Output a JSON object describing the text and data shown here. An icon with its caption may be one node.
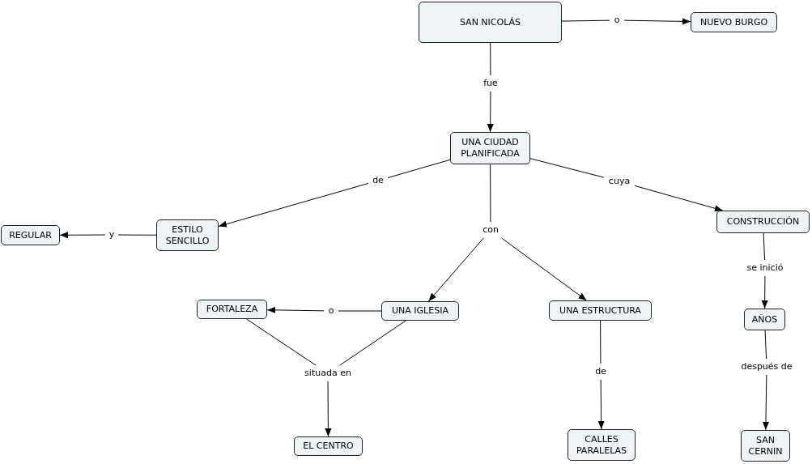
{
  "diagram": {
    "nodes": [
      {
        "text": [
          "SAN NICOLÁS"
        ]
      },
      {
        "text": [
          "o"
        ]
      },
      {
        "text": [
          "NUEVO BURGO"
        ]
      },
      {
        "text": [
          "fue"
        ]
      },
      {
        "text": [
          "UNA CIUDAD PLANIFICADA"
        ]
      },
      {
        "text": [
          "de"
        ]
      },
      {
        "text": [
          "cuya"
        ]
      },
      {
        "text": [
          "REGULAR"
        ]
      },
      {
        "text": [
          "y"
        ]
      },
      {
        "text": [
          "ESTILO SENCILLO"
        ]
      },
      {
        "text": [
          "con"
        ]
      },
      {
        "text": [
          "CONSTRUCCIÓN"
        ]
      },
      {
        "text": [
          "se inició"
        ]
      },
      {
        "text": [
          "FORTALEZA"
        ]
      },
      {
        "text": [
          "o"
        ]
      },
      {
        "text": [
          "UNA IGLESIA"
        ]
      },
      {
        "text": [
          "UNA ESTRUCTURA"
        ]
      },
      {
        "text": [
          "AÑOS"
        ]
      },
      {
        "text": [
          "situada en"
        ]
      },
      {
        "text": [
          "de"
        ]
      },
      {
        "text": [
          "después de"
        ]
      },
      {
        "text": [
          "EL CENTRO"
        ]
      },
      {
        "text": [
          "CALLES PARALELAS"
        ]
      },
      {
        "text": [
          "SAN CERNIN"
        ]
      }
    ],
    "edges": [
      {
        "from": 0,
        "to": 1,
        "arrow": "none"
      },
      {
        "from": 1,
        "to": 2,
        "arrow": "to"
      },
      {
        "from": 0,
        "to": 3,
        "arrow": "none"
      },
      {
        "from": 3,
        "to": 4,
        "arrow": "to"
      },
      {
        "from": 4,
        "to": 5,
        "arrow": "none"
      },
      {
        "from": 5,
        "to": 9,
        "arrow": "to"
      },
      {
        "from": 4,
        "to": 6,
        "arrow": "none"
      },
      {
        "from": 6,
        "to": 11,
        "arrow": "to"
      },
      {
        "from": 9,
        "to": 8,
        "arrow": "none"
      },
      {
        "from": 8,
        "to": 7,
        "arrow": "to"
      },
      {
        "from": 4,
        "to": 10,
        "arrow": "none"
      },
      {
        "from": 10,
        "to": 15,
        "arrow": "to"
      },
      {
        "from": 10,
        "to": 16,
        "arrow": "to"
      },
      {
        "from": 11,
        "to": 12,
        "arrow": "none"
      },
      {
        "from": 12,
        "to": 17,
        "arrow": "to"
      },
      {
        "from": 15,
        "to": 14,
        "arrow": "none"
      },
      {
        "from": 14,
        "to": 13,
        "arrow": "to"
      },
      {
        "from": 13,
        "to": 18,
        "arrow": "none"
      },
      {
        "from": 15,
        "to": 18,
        "arrow": "none"
      },
      {
        "from": 18,
        "to": 21,
        "arrow": "to"
      },
      {
        "from": 16,
        "to": 19,
        "arrow": "none"
      },
      {
        "from": 19,
        "to": 22,
        "arrow": "to"
      },
      {
        "from": 17,
        "to": 20,
        "arrow": "none"
      },
      {
        "from": 20,
        "to": 23,
        "arrow": "to"
      }
    ]
  }
}
